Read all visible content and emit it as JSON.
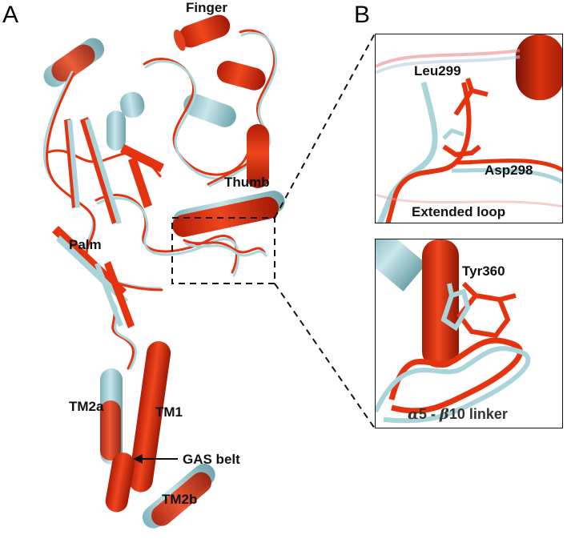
{
  "panels": {
    "a": {
      "letter": "A"
    },
    "b": {
      "letter": "B"
    }
  },
  "labels": {
    "finger": "Finger",
    "thumb": "Thumb",
    "palm": "Palm",
    "tm2a": "TM2a",
    "tm1": "TM1",
    "gas_belt": "GAS belt",
    "tm2b": "TM2b"
  },
  "inset_top": {
    "residue1": "Leu299",
    "residue2": "Asp298",
    "caption": "Extended loop"
  },
  "inset_bottom": {
    "residue": "Tyr360",
    "caption_alpha": "α",
    "caption_num1": "5 - ",
    "caption_beta": "β",
    "caption_num2": "10 linker"
  },
  "colors": {
    "structure_red": "#e5330f",
    "structure_cyan": "#a9d4da"
  }
}
